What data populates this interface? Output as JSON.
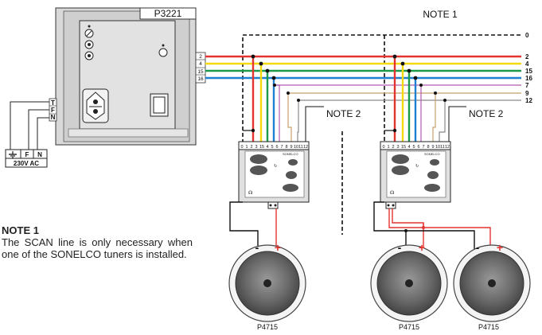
{
  "amplifier": {
    "model": "P3221"
  },
  "power": {
    "terminals": [
      "T",
      "F",
      "N"
    ],
    "plug_labels": [
      "F",
      "N"
    ],
    "supply": "230V AC"
  },
  "bus_lines": [
    "0",
    "2",
    "4",
    "15",
    "16",
    "7",
    "9",
    "12"
  ],
  "amp_outputs": [
    "2",
    "4",
    "15",
    "16"
  ],
  "notes": {
    "note1_label": "NOTE 1",
    "note2_label_left": "NOTE 2",
    "note2_label_right": "NOTE 2",
    "note1_title": "NOTE 1",
    "note1_text": "The SCAN line is only necessary when one of the SONELCO tuners is installed."
  },
  "module": {
    "terminals": [
      "0",
      "1",
      "2",
      "3",
      "15",
      "4",
      "5",
      "6",
      "7",
      "8",
      "9",
      "10",
      "11",
      "12"
    ],
    "brand": "SONELCO"
  },
  "speakers": [
    {
      "model": "P4715"
    },
    {
      "model": "P4715"
    },
    {
      "model": "P4715"
    }
  ],
  "polarity": {
    "neg": "-",
    "pos": "+"
  },
  "colors": {
    "red": "#e3342f",
    "yellow": "#f5d90a",
    "green": "#1a9a4a",
    "blue": "#1f7fd0",
    "purple": "#b05ab0",
    "tan": "#c8a06a",
    "gray": "#8a8a8a",
    "black": "#111111",
    "speaker_red": "#e3342f"
  }
}
